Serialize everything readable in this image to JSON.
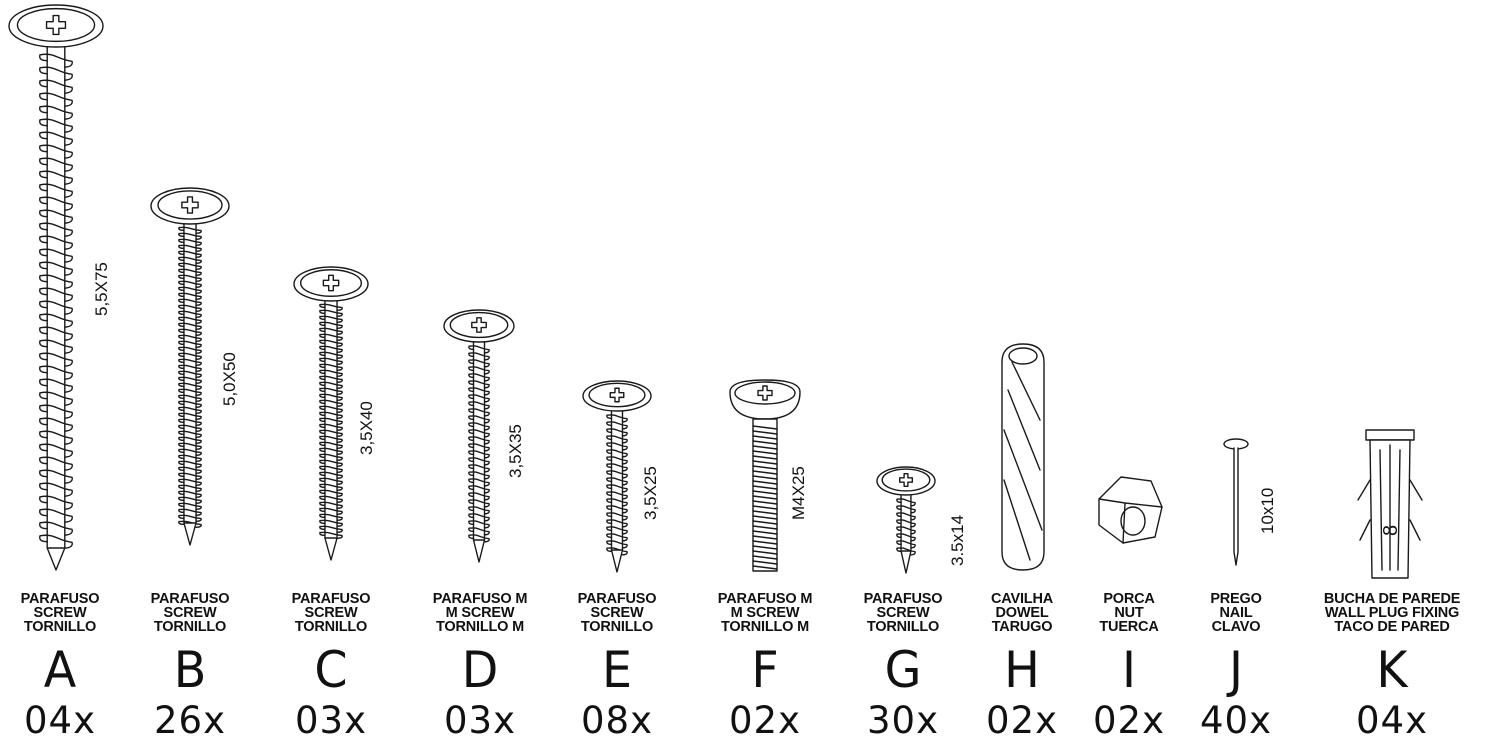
{
  "items": [
    {
      "letter": "A",
      "qty": "04x",
      "names": [
        "PARAFUSO",
        "SCREW",
        "TORNILLO"
      ],
      "size": "5,5X75",
      "icon": "wood-screw-icon"
    },
    {
      "letter": "B",
      "qty": "26x",
      "names": [
        "PARAFUSO",
        "SCREW",
        "TORNILLO"
      ],
      "size": "5,0X50",
      "icon": "wood-screw-icon"
    },
    {
      "letter": "C",
      "qty": "03x",
      "names": [
        "PARAFUSO",
        "SCREW",
        "TORNILLO"
      ],
      "size": "3,5X40",
      "icon": "wood-screw-icon"
    },
    {
      "letter": "D",
      "qty": "03x",
      "names": [
        "PARAFUSO M",
        "M SCREW",
        "TORNILLO M"
      ],
      "size": "3,5X35",
      "icon": "wood-screw-icon"
    },
    {
      "letter": "E",
      "qty": "08x",
      "names": [
        "PARAFUSO",
        "SCREW",
        "TORNILLO"
      ],
      "size": "3,5X25",
      "icon": "wood-screw-icon"
    },
    {
      "letter": "F",
      "qty": "02x",
      "names": [
        "PARAFUSO M",
        "M SCREW",
        "TORNILLO M"
      ],
      "size": "M4X25",
      "icon": "machine-screw-icon"
    },
    {
      "letter": "G",
      "qty": "30x",
      "names": [
        "PARAFUSO",
        "SCREW",
        "TORNILLO"
      ],
      "size": "3.5x14",
      "icon": "wood-screw-icon"
    },
    {
      "letter": "H",
      "qty": "02x",
      "names": [
        "CAVILHA",
        "DOWEL",
        "TARUGO"
      ],
      "icon": "dowel-icon"
    },
    {
      "letter": "I",
      "qty": "02x",
      "names": [
        "PORCA",
        "NUT",
        "TUERCA"
      ],
      "icon": "hex-nut-icon"
    },
    {
      "letter": "J",
      "qty": "40x",
      "names": [
        "PREGO",
        "NAIL",
        "CLAVO"
      ],
      "size": "10x10",
      "icon": "nail-icon"
    },
    {
      "letter": "K",
      "qty": "04x",
      "names": [
        "BUCHA DE PAREDE",
        "WALL PLUG FIXING",
        "TACO DE PARED"
      ],
      "size": "8",
      "icon": "wall-plug-icon"
    }
  ]
}
